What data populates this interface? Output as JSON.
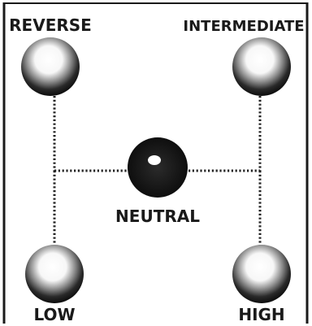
{
  "diagram": {
    "type": "gear-shift-pattern",
    "positions": {
      "reverse": {
        "label": "REVERSE"
      },
      "intermediate": {
        "label": "INTERMEDIATE"
      },
      "neutral": {
        "label": "NEUTRAL"
      },
      "low": {
        "label": "LOW"
      },
      "high": {
        "label": "HIGH"
      }
    },
    "colors": {
      "knob": "#141414",
      "knob_lit": "#ffffff",
      "path": "#222222",
      "frame": "#1a1a1a",
      "label": "#1a1a1a"
    }
  }
}
